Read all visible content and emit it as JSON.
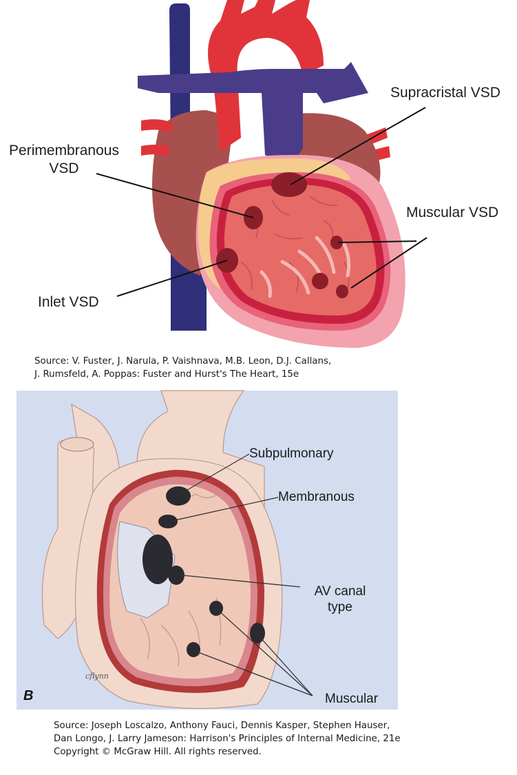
{
  "top_figure": {
    "labels": {
      "supracristal": "Supracristal VSD",
      "perimembranous_line1": "Perimembranous",
      "perimembranous_line2": "VSD",
      "muscular": "Muscular VSD",
      "inlet": "Inlet VSD"
    },
    "source": "Source: V. Fuster, J. Narula, P. Vaishnava, M.B. Leon, D.J. Callans,\nJ. Rumsfeld, A. Poppas: Fuster and Hurst's The Heart, 15e"
  },
  "bottom_figure": {
    "panel_letter": "B",
    "labels": {
      "subpulmonary": "Subpulmonary",
      "membranous": "Membranous",
      "av_canal_line1": "AV canal",
      "av_canal_line2": "type",
      "muscular": "Muscular"
    },
    "signature": "cflynn",
    "source": "Source: Joseph Loscalzo, Anthony Fauci, Dennis Kasper, Stephen Hauser,\nDan Longo, J. Larry Jameson: Harrison's Principles of Internal Medicine, 21e\nCopyright © McGraw Hill. All rights reserved."
  },
  "colors": {
    "vein_blue": "#2f2f7a",
    "pulmonary_purple": "#4b3c8a",
    "aorta_red": "#e0343a",
    "atrium_brown": "#a8504e",
    "fat_yellow": "#f6cc8e",
    "wall_pink": "#e8627a",
    "wall_crimson": "#c8213f",
    "chamber_salmon": "#e66a66",
    "defect_dark": "#8a1f2a",
    "bg_b": "#d4dcef",
    "skin_b": "#f3d9cc"
  }
}
